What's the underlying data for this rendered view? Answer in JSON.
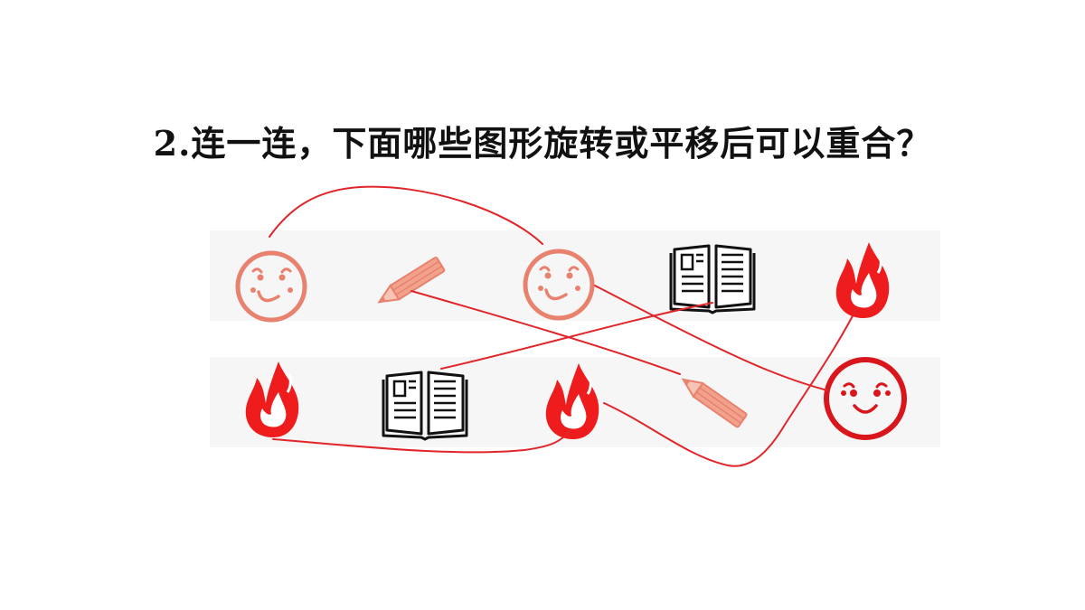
{
  "question": {
    "title": "2.连一连，下面哪些图形旋转或平移后可以重合？"
  },
  "figures": {
    "row1": [
      "smiley",
      "pencil",
      "smiley",
      "book",
      "flame"
    ],
    "row2": [
      "flame",
      "book",
      "flame",
      "pencil",
      "smiley"
    ]
  },
  "colors": {
    "line": "#e0262a",
    "light_icon": "#e8826e",
    "flame": "#ee1c1c",
    "book": "#111111",
    "band": "#f6f6f6"
  }
}
